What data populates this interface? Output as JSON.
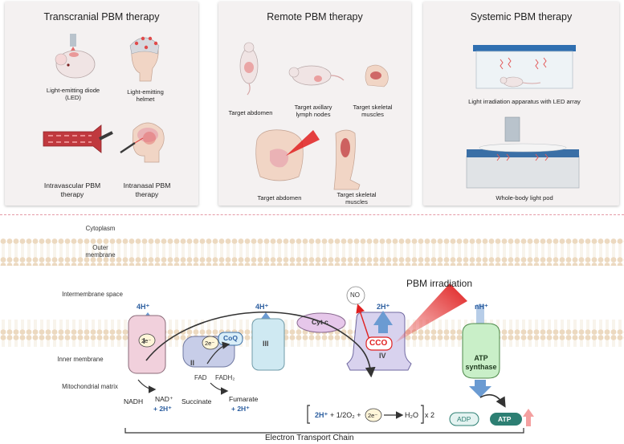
{
  "panels": {
    "transcranial": {
      "title": "Transcranial PBM therapy",
      "captions": [
        "Light-emitting diode (LED)",
        "Light-emitting helmet",
        "Intravascular PBM therapy",
        "Intranasal PBM therapy"
      ]
    },
    "remote": {
      "title": "Remote PBM therapy",
      "captions": [
        "Target abdomen",
        "Target axillary lymph nodes",
        "Target skeletal muscles",
        "Target abdomen",
        "Target skeletal muscles"
      ]
    },
    "systemic": {
      "title": "Systemic PBM therapy",
      "captions": [
        "Light irradiation apparatus with LED array",
        "Whole-body light pod"
      ]
    }
  },
  "membrane": {
    "regions": [
      "Cytoplasm",
      "Outer membrane",
      "Intermembrane space",
      "Inner membrane",
      "Mitochondrial matrix"
    ]
  },
  "chain": {
    "complex_I": "I",
    "complex_II": "II",
    "complex_III": "III",
    "complex_IV": "IV",
    "coq": "CoQ",
    "cytc": "Cyt c",
    "cco": "CCO",
    "no": "NO",
    "pbm_irradiation": "PBM irradiation",
    "proton_I": "4H⁺",
    "proton_III": "4H⁺",
    "proton_IV": "2H⁺",
    "proton_atp": "nH⁺",
    "electron_I": "2e⁻",
    "electron_II": "2e⁻",
    "electron_IV": "2e⁻",
    "fad": "FAD",
    "fadh2": "FADH₂",
    "nadh": "NADH",
    "nad_plus": "NAD⁺",
    "nad_h": "+ 2H⁺",
    "succinate": "Succinate",
    "fumarate": "Fumarate",
    "fumarate_h": "+ 2H⁺",
    "water_eq_a": "2H⁺",
    "water_eq_b": "+ 1/2O₂ +",
    "water_eq_c": "H₂O",
    "water_eq_d": "x 2",
    "atp_synthase": "ATP synthase",
    "adp": "ADP",
    "atp": "ATP",
    "etc_label": "Electron Transport Chain"
  },
  "colors": {
    "panel_bg": "#f4f1f1",
    "membrane": "#ecd9c0",
    "proton_arrow": "#6b9bd2",
    "complex_I": "#f1d0dc",
    "complex_II": "#c7cde8",
    "complex_III": "#cfe9f2",
    "complex_IV": "#d8d2ee",
    "cytc": "#e6c7ea",
    "atp_synthase": "#c9efc8",
    "atp": "#2d7f73",
    "red": "#e02020"
  }
}
